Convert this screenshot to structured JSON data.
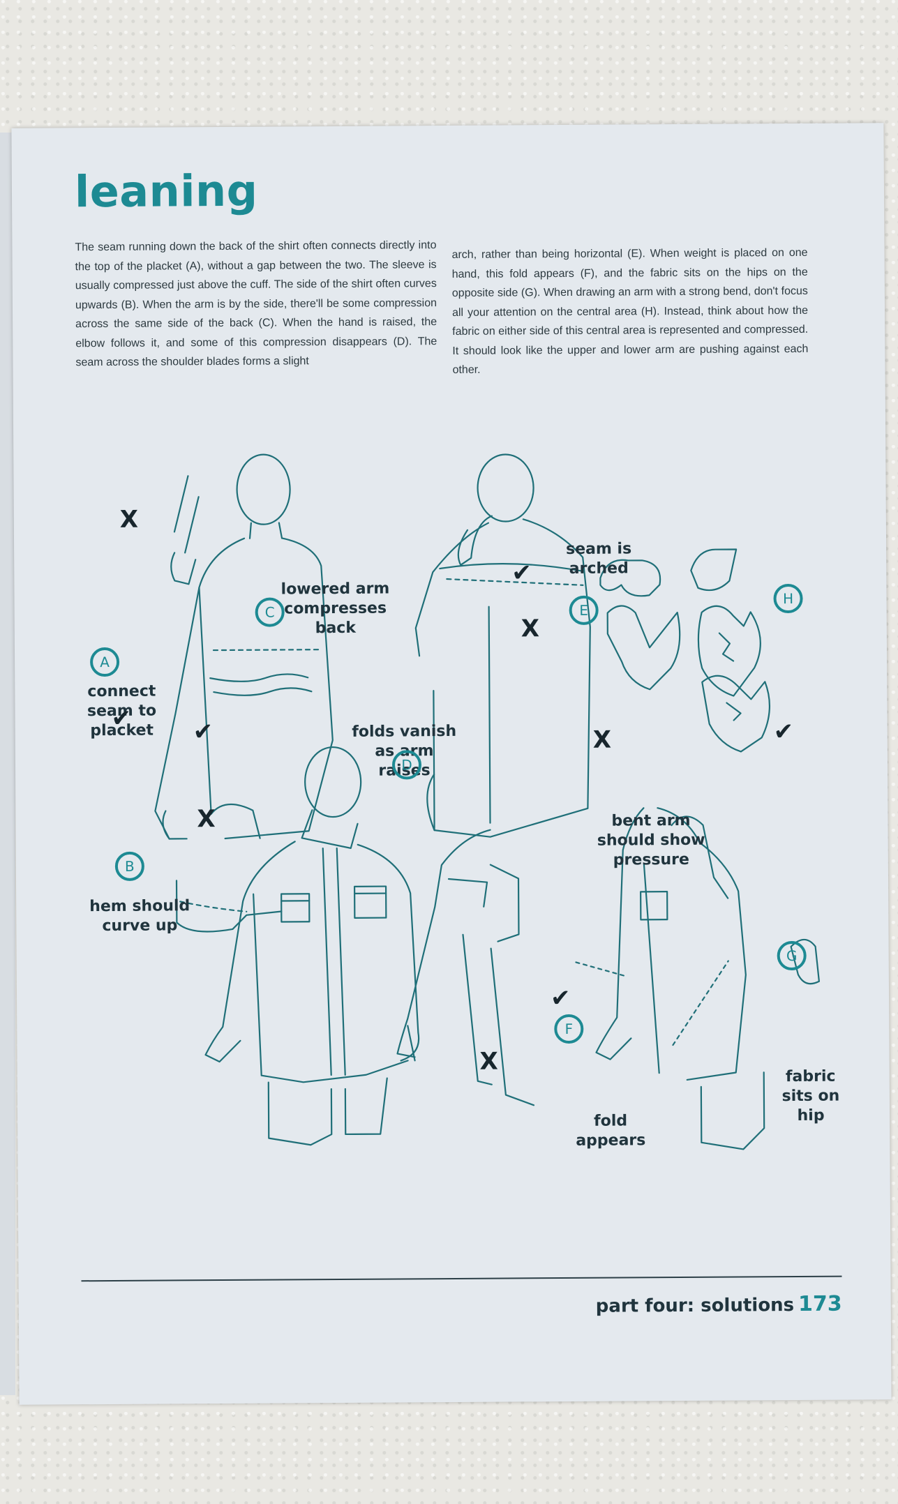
{
  "title": "leaning",
  "body": {
    "col1": "The seam running down the back of the shirt often connects directly into the top of the placket (A), without a gap between the two. The sleeve is usually compressed just above the cuff. The side of the shirt often curves upwards (B). When the arm is by the side, there'll be some compression across the same side of the back (C). When the hand is raised, the elbow follows it, and some of this compression disappears (D). The seam across the shoulder blades forms a slight",
    "col2": "arch, rather than being horizontal (E). When weight is placed on one hand, this fold appears (F), and the fabric sits on the hips on the opposite side (G). When drawing an arm with a strong bend, don't focus all your attention on the central area (H). Instead, think about how the fabric on either side of this central area is represented and compressed. It should look like the upper and lower arm are pushing against each other."
  },
  "labels": {
    "lowered_arm": "lowered arm compresses back",
    "connect_seam": "connect seam to placket",
    "folds_vanish": "folds vanish as arm raises",
    "seam_arched": "seam is arched",
    "bent_arm": "bent arm should show pressure",
    "hem_curve": "hem should curve up",
    "fabric_hip": "fabric sits on hip",
    "fold_appears": "fold appears"
  },
  "badges": {
    "a": "A",
    "b": "B",
    "c": "C",
    "d": "D",
    "e": "E",
    "f": "F",
    "g": "G",
    "h": "H"
  },
  "marks": {
    "cross": "X",
    "check": "✔"
  },
  "footer": {
    "section": "part four: solutions",
    "page": "173"
  },
  "colors": {
    "accent": "#1d8a93",
    "ink": "#20343d",
    "paper": "#e4e9ee"
  }
}
